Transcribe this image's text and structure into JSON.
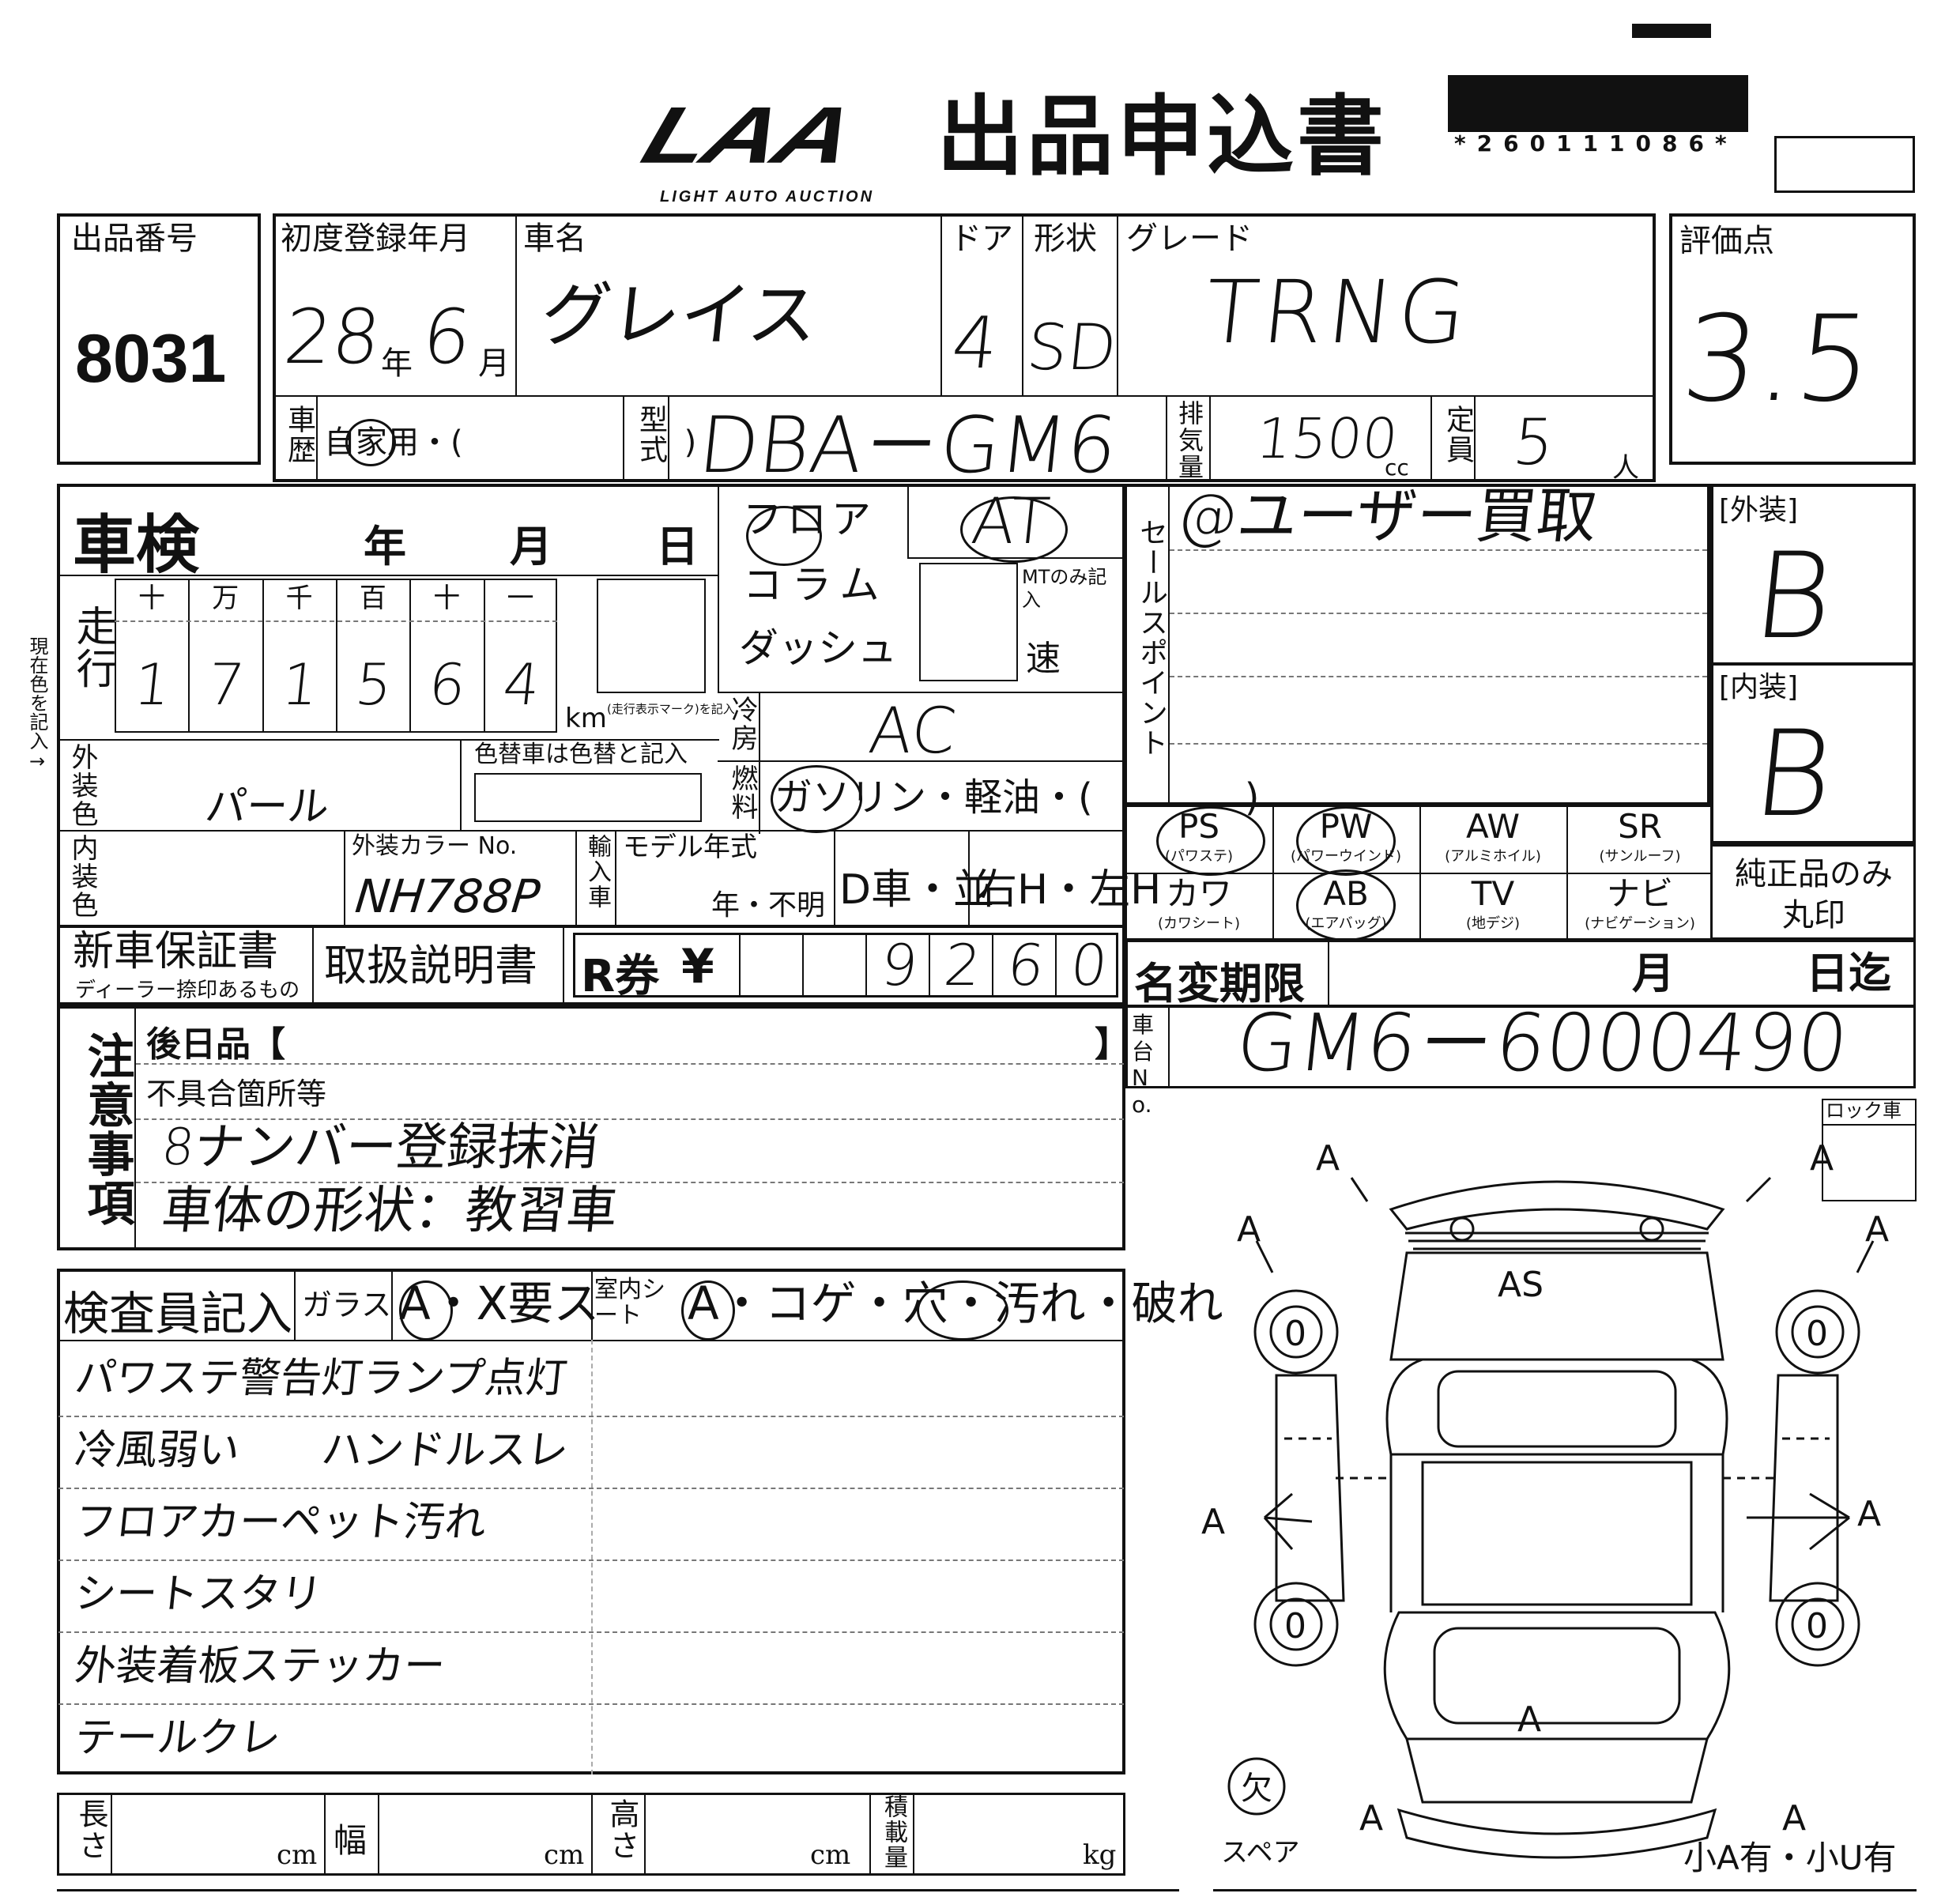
{
  "header": {
    "logo_text": "LAA",
    "logo_sub": "LIGHT AUTO AUCTION",
    "title": "出品申込書",
    "barcode_number": "*260111086*"
  },
  "lot": {
    "label": "出品番号",
    "value": "8031"
  },
  "registration": {
    "label": "初度登録年月",
    "year": "28",
    "year_unit": "年",
    "month": "6",
    "month_unit": "月"
  },
  "car_name": {
    "label": "車名",
    "value": "グレイス"
  },
  "door": {
    "label": "ドア",
    "value": "4"
  },
  "shape": {
    "label": "形状",
    "value": "SD"
  },
  "grade": {
    "label": "グレード",
    "value": "TRNG"
  },
  "score": {
    "label": "評価点",
    "value": "3.5"
  },
  "history": {
    "label": "車歴",
    "options": "自家用・(　　　　　　　)"
  },
  "model": {
    "label": "型式",
    "value": "DBA－GM6"
  },
  "displacement": {
    "label": "排気量",
    "value": "1500",
    "unit": "cc"
  },
  "capacity": {
    "label": "定員",
    "value": "5",
    "unit": "人"
  },
  "shaken": {
    "label": "車検",
    "year": "年",
    "month": "月",
    "day": "日"
  },
  "mileage": {
    "label": "走行",
    "digit_labels": [
      "十",
      "万",
      "千",
      "百",
      "十",
      "一"
    ],
    "digits": [
      "1",
      "7",
      "1",
      "5",
      "6",
      "4"
    ],
    "unit": "km",
    "note": "(走行表示マーク)を記入"
  },
  "side_note": "現在色を記入→",
  "shift": {
    "floor": "フロア",
    "column": "コラム",
    "dash": "ダッシュ",
    "at": "AT",
    "mt_note": "MTのみ記入",
    "speed": "速"
  },
  "ac": {
    "label": "冷房",
    "value": "AC"
  },
  "fuel": {
    "label": "燃料",
    "options": "ガソリン・軽油・(　　　　)"
  },
  "exterior_color": {
    "label": "外装色",
    "value": "パール",
    "repaint_note": "色替車は色替と記入"
  },
  "interior_color": {
    "label": "内装色"
  },
  "color_no": {
    "label": "外装カラー No.",
    "value": "NH788P"
  },
  "import": {
    "label": "輸入車",
    "model_year_label": "モデル年式",
    "year_options": "年・不明",
    "d_options": "D車・並",
    "handle_options": "右H・左H"
  },
  "sales_point": {
    "label": "セールスポイント",
    "value": "@ユーザー買取"
  },
  "exterior_grade": {
    "label": "[外装]",
    "value": "B"
  },
  "interior_grade": {
    "label": "[内装]",
    "value": "B"
  },
  "equipment": [
    {
      "code": "PS",
      "sub": "(パワステ)"
    },
    {
      "code": "PW",
      "sub": "(パワーウインド)"
    },
    {
      "code": "AW",
      "sub": "(アルミホイル)"
    },
    {
      "code": "SR",
      "sub": "(サンルーフ)"
    },
    {
      "code": "カワ",
      "sub": "(カワシート)"
    },
    {
      "code": "AB",
      "sub": "(エアバッグ)"
    },
    {
      "code": "TV",
      "sub": "(地デジ)"
    },
    {
      "code": "ナビ",
      "sub": "(ナビゲーション)"
    }
  ],
  "genuine_only": "純正品のみ丸印",
  "warranty": {
    "label": "新車保証書",
    "sub": "ディーラー捺印あるもの"
  },
  "manual": {
    "label": "取扱説明書"
  },
  "recycle": {
    "label": "R券",
    "yen": "¥",
    "digits": [
      "",
      "",
      "9",
      "2",
      "6",
      "0"
    ]
  },
  "name_change": {
    "label": "名変期限",
    "month": "月",
    "day": "日迄"
  },
  "chassis": {
    "label": "車台No.",
    "value": "GM6－6000490"
  },
  "notes": {
    "label": "注意事項",
    "later_label": "後日品【",
    "later_close": "】",
    "defects_label": "不具合箇所等",
    "lines": [
      "8ナンバー登録抹消",
      "車体の形状：教習車"
    ]
  },
  "lock": {
    "label": "ロック車"
  },
  "inspector": {
    "label": "検査員記入",
    "glass_label": "ガラス",
    "glass_options": "A・X要ス",
    "seat_label": "室内シート",
    "seat_options": "A・コゲ・穴・汚れ・破れ",
    "lines": [
      "パワステ警告灯ランプ点灯",
      "冷風弱い　　ハンドルスレ",
      "フロアカーペット汚れ",
      "シートスタリ",
      "外装着板ステッカー",
      "テールクレ"
    ]
  },
  "dimensions": {
    "length": {
      "label": "長さ",
      "unit": "cm"
    },
    "width": {
      "label": "幅",
      "unit": "cm"
    },
    "height": {
      "label": "高さ",
      "unit": "cm"
    },
    "load": {
      "label": "積載量",
      "unit": "kg"
    }
  },
  "diagram": {
    "marks": [
      "A",
      "A",
      "A",
      "A",
      "AS",
      "A",
      "A",
      "A",
      "A",
      "A"
    ],
    "tyres": [
      "0",
      "0",
      "0",
      "0"
    ],
    "spare_mark": "欠",
    "spare_label": "スペア",
    "small_parts": "小A有・小U有"
  }
}
